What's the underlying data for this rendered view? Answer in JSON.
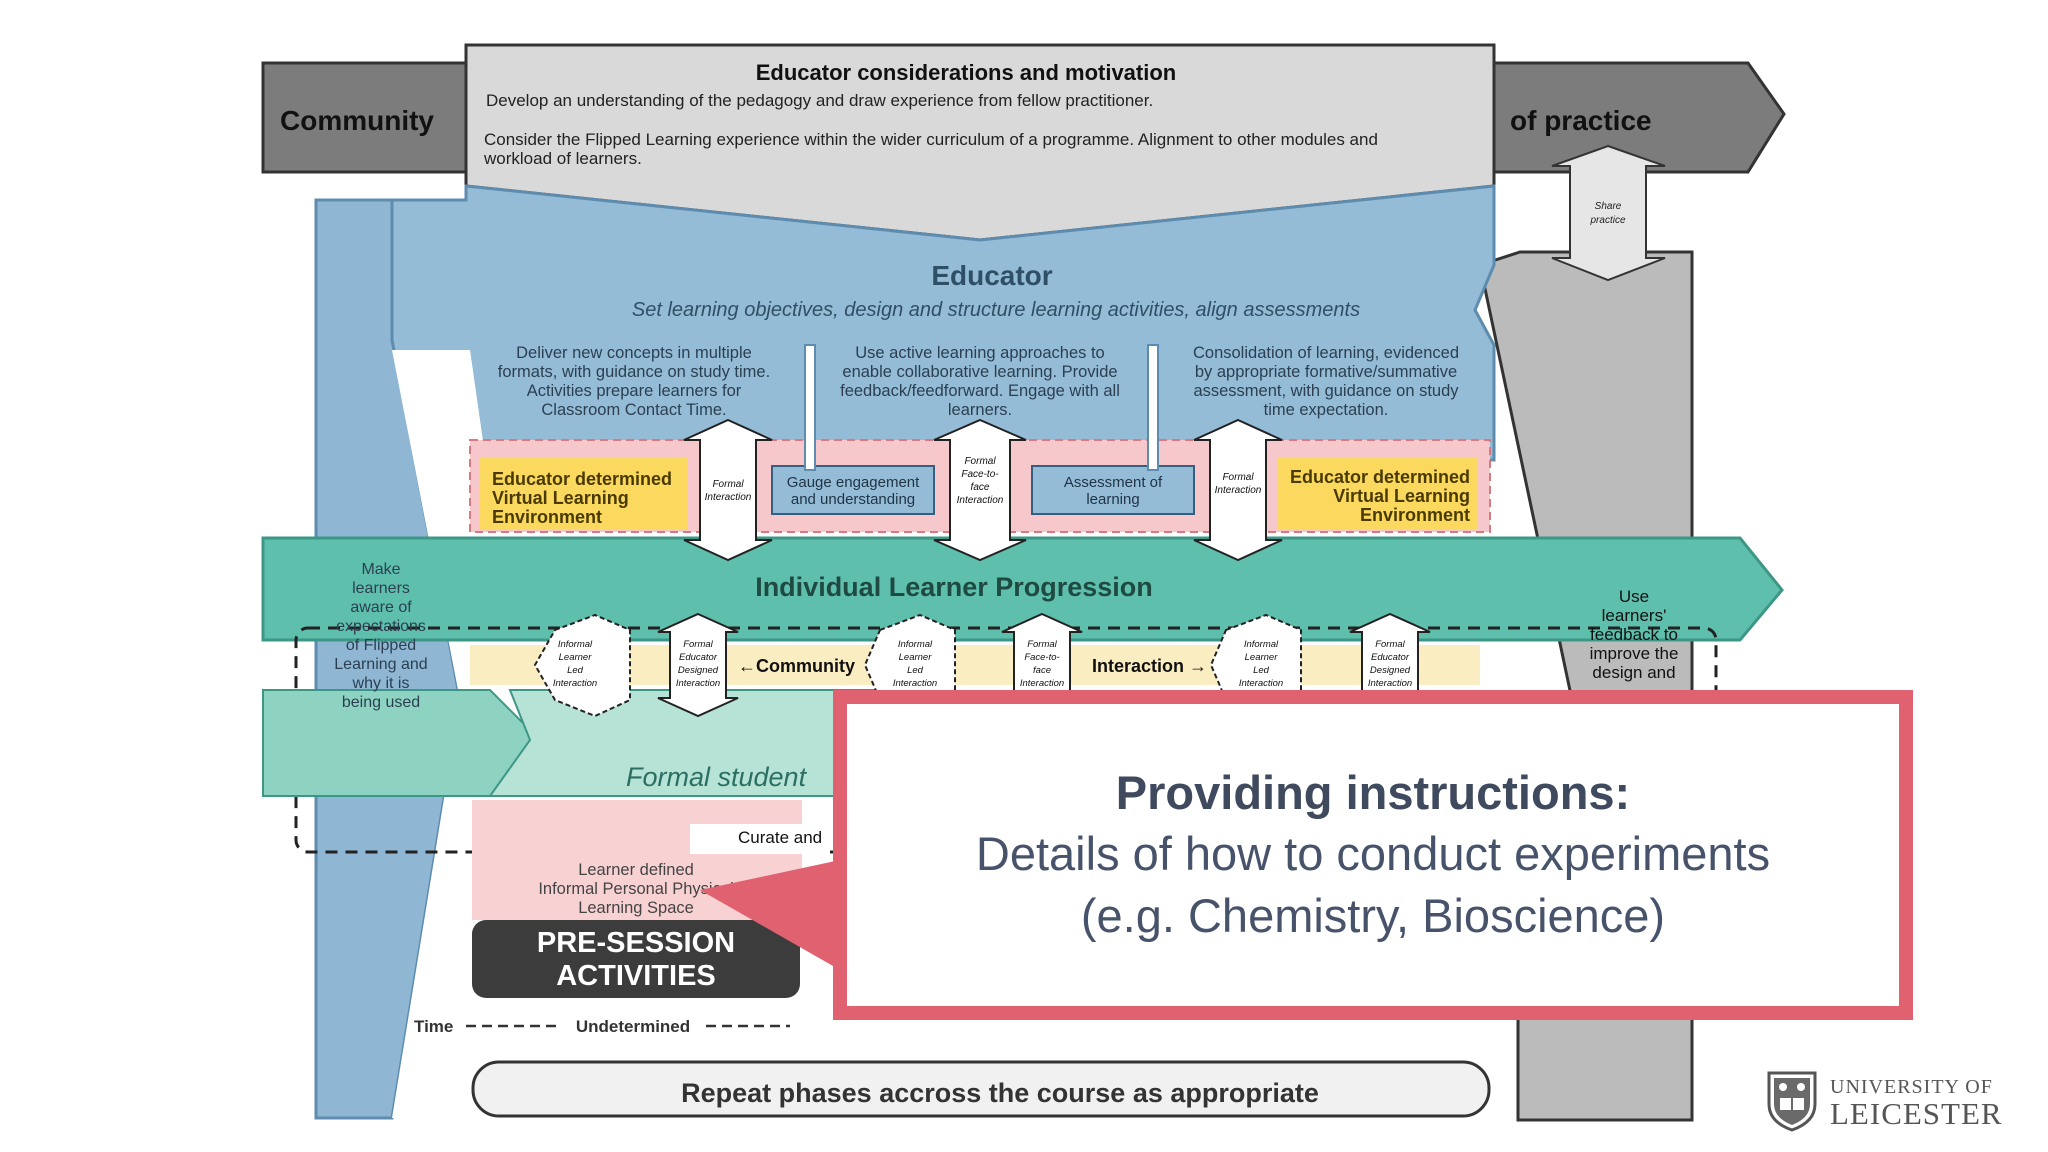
{
  "top_band": {
    "left_label": "Community",
    "right_label": "of practice",
    "title": "Educator considerations and motivation",
    "line1": "Develop an understanding of the pedagogy and draw experience from fellow practitioner.",
    "line2a": "Consider the Flipped Learning experience within the wider curriculum of a programme. Alignment to other modules and",
    "line2b": "workload of learners."
  },
  "share_practice": [
    "Share",
    "practice"
  ],
  "educator": {
    "title": "Educator",
    "subtitle": "Set learning objectives, design and structure learning activities, align assessments",
    "col1": [
      "Deliver new concepts in multiple",
      "formats, with guidance on study time.",
      "Activities prepare learners for",
      "Classroom Contact Time."
    ],
    "col2": [
      "Use active learning approaches to",
      "enable collaborative learning. Provide",
      "feedback/feedforward. Engage with all",
      "learners."
    ],
    "col3": [
      "Consolidation of learning, evidenced",
      "by appropriate formative/summative",
      "assessment, with guidance on study",
      "time expectation."
    ]
  },
  "vle_left": [
    "Educator determined",
    "Virtual Learning",
    "Environment"
  ],
  "vle_right": [
    "Educator determined",
    "Virtual Learning",
    "Environment"
  ],
  "formal_interaction": [
    "Formal",
    "Interaction"
  ],
  "formal_f2f": [
    "Formal",
    "Face-to-",
    "face",
    "Interaction"
  ],
  "gauge": [
    "Gauge engagement",
    "and understanding"
  ],
  "assessment": [
    "Assessment of",
    "learning"
  ],
  "progression_label": "Individual Learner Progression",
  "informal_led": [
    "Informal",
    "Learner",
    "Led",
    "Interaction"
  ],
  "formal_designed": [
    "Formal",
    "Educator",
    "Designed",
    "Interaction"
  ],
  "community_arrow": "←Community",
  "interaction_arrow": "Interaction →",
  "make_learners": [
    "Make",
    "learners",
    "aware of",
    "expectations",
    "of Flipped",
    "Learning and",
    "why it is",
    "being used"
  ],
  "use_feedback": [
    "Use",
    "learners'",
    "feedback to",
    "improve the",
    "design and"
  ],
  "formal_student": "Formal student",
  "curate": "Curate and",
  "learner_defined": [
    "Learner defined",
    "Informal Personal Physical",
    "Learning Space"
  ],
  "pre_session": [
    "PRE-SESSION",
    "ACTIVITIES"
  ],
  "time_label": "Time",
  "undetermined": "Undetermined",
  "repeat": "Repeat phases accross the course as appropriate",
  "callout": {
    "title": "Providing instructions:",
    "line1": "Details of how to conduct experiments",
    "line2": "(e.g. Chemistry, Bioscience)"
  },
  "logo": {
    "line1": "UNIVERSITY OF",
    "line2": "LEICESTER"
  }
}
